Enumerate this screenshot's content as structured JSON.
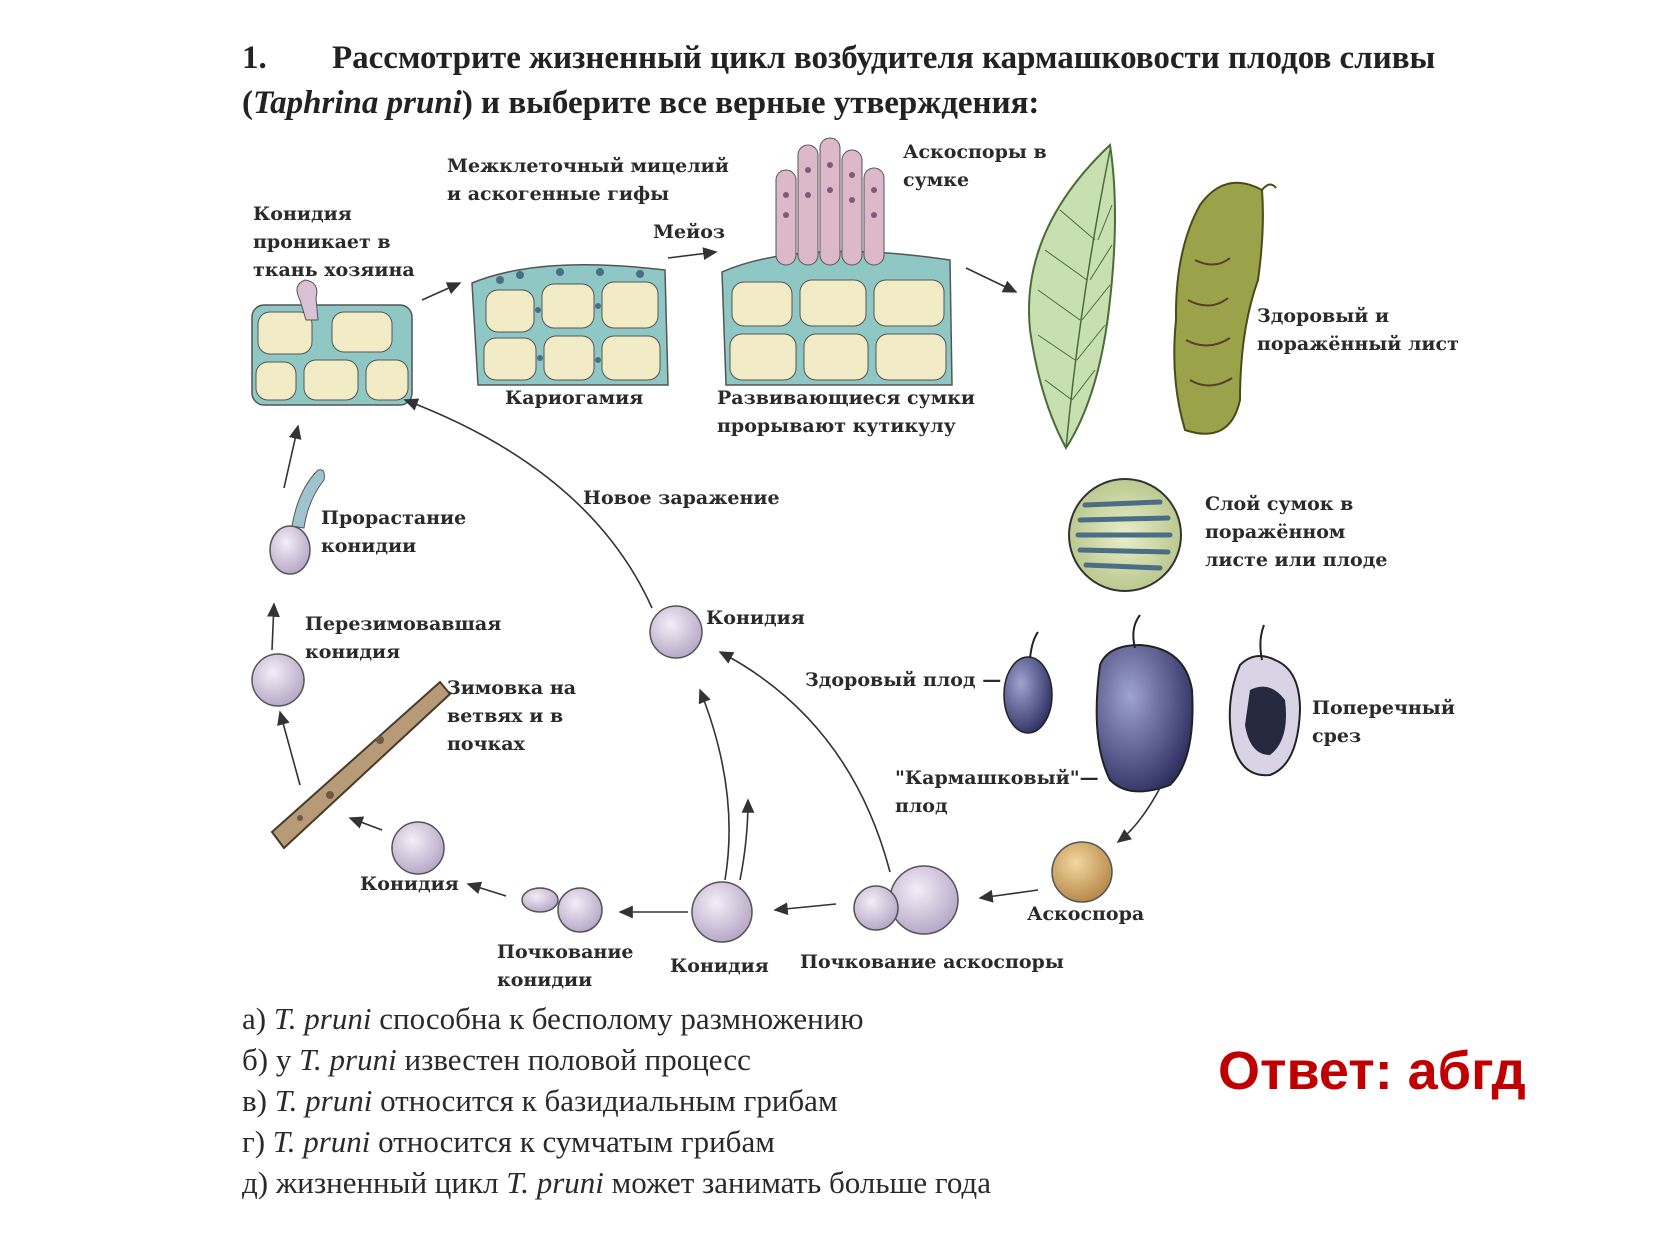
{
  "question": {
    "number": "1.",
    "prefix": "Рассмотрите жизненный цикл возбудителя кармашковости плодов сливы (",
    "species": "Taphrina pruni",
    "suffix": ") и выберите все верные утверждения:"
  },
  "diagram_labels": {
    "conidium_penetrates": [
      "Конидия",
      "проникает в",
      "ткань хозяина"
    ],
    "intercellular_mycelium": [
      "Межклеточный мицелий",
      "и аскогенные гифы"
    ],
    "meiosis": "Мейоз",
    "ascospores_in_ascus": [
      "Аскоспоры в",
      "сумке"
    ],
    "karyogamy": "Кариогамия",
    "developing_asci": [
      "Развивающиеся сумки",
      "прорывают кутикулу"
    ],
    "healthy_and_infected_leaf": [
      "Здоровый и",
      "поражённый лист"
    ],
    "ascus_layer": [
      "Слой сумок в",
      "поражённом",
      "листе или плоде"
    ],
    "new_infection": "Новое заражение",
    "conidium_germination": [
      "Прорастание",
      "конидии"
    ],
    "overwintered_conidium": [
      "Перезимовавшая",
      "конидия"
    ],
    "conidium_top": "Конидия",
    "healthy_fruit": "Здоровый плод —",
    "cross_section": [
      "Поперечный",
      "срез"
    ],
    "pocket_fruit": [
      "\"Кармашковый\"—",
      "плод"
    ],
    "overwintering": [
      "Зимовка на",
      "ветвях и в",
      "почках"
    ],
    "conidium_left": "Конидия",
    "ascospore": "Аскоспора",
    "conidium_budding": [
      "Почкование",
      "конидии"
    ],
    "conidium_bottom": "Конидия",
    "ascospore_budding": "Почкование аскоспоры"
  },
  "options": [
    {
      "letter": "а)",
      "species": "T. pruni",
      "text": "способна к бесполому размножению"
    },
    {
      "letter": "б) у",
      "species": "T. pruni",
      "text": "известен половой процесс"
    },
    {
      "letter": "в)",
      "species": "T. pruni",
      "text": "относится  к базидиальным  грибам"
    },
    {
      "letter": "г)",
      "species": "T. pruni",
      "text": "относится  к сумчатым  грибам"
    },
    {
      "letter": "д) жизненный  цикл",
      "species": "T. pruni",
      "text": "может занимать  больше года"
    }
  ],
  "answer": "Ответ: абгд",
  "colors": {
    "answer": "#c00000",
    "cell_fill": "#f1ecc6",
    "hypha": "#8fc7c5",
    "leaf_healthy": "#c8e0b0",
    "leaf_infected": "#9aa24a",
    "fruit": "#4c4f86",
    "conidium": "#d9cde3"
  }
}
